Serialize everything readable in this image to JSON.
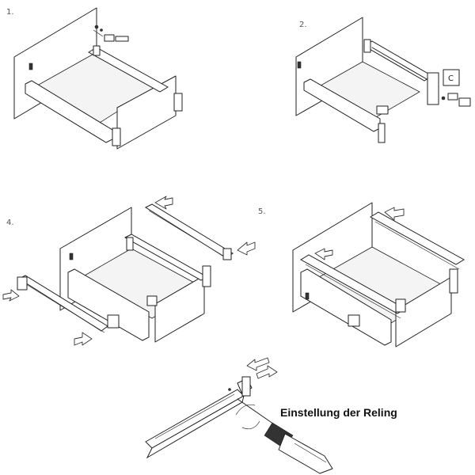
{
  "steps": {
    "s1": "1.",
    "s2": "2.",
    "s4": "4.",
    "s5": "5."
  },
  "callout_label": "C",
  "caption": "Einstellung der Reling",
  "colors": {
    "line": "#222222",
    "background": "#ffffff",
    "shade": "#f4f4f4"
  }
}
